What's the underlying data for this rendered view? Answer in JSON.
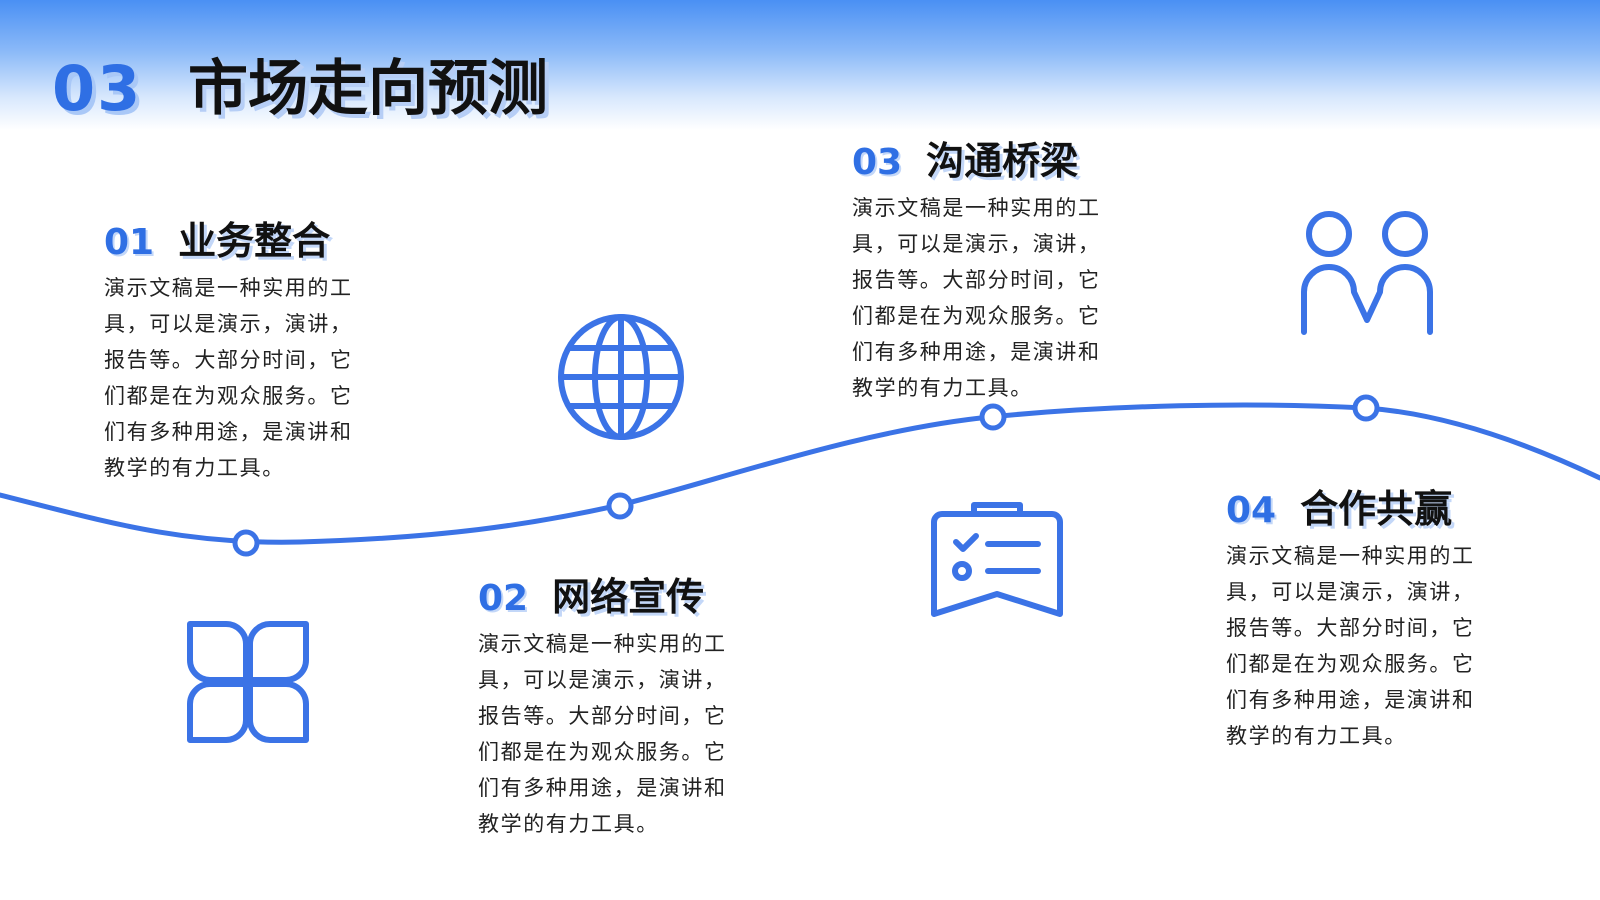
{
  "header": {
    "section_number": "03",
    "title": "市场走向预测"
  },
  "colors": {
    "accent": "#3b73e6",
    "title_text": "#111111",
    "body_text": "#222222"
  },
  "items": [
    {
      "number": "01",
      "title": "业务整合",
      "description": "演示文稿是一种实用的工具，可以是演示，演讲，报告等。大部分时间，它们都是在为观众服务。它们有多种用途，是演讲和教学的有力工具。",
      "icon": "grid-icon"
    },
    {
      "number": "02",
      "title": "网络宣传",
      "description": "演示文稿是一种实用的工具，可以是演示，演讲，报告等。大部分时间，它们都是在为观众服务。它们有多种用途，是演讲和教学的有力工具。",
      "icon": "globe-icon"
    },
    {
      "number": "03",
      "title": "沟通桥梁",
      "description": "演示文稿是一种实用的工具，可以是演示，演讲，报告等。大部分时间，它们都是在为观众服务。它们有多种用途，是演讲和教学的有力工具。",
      "icon": "clipboard-checklist-icon"
    },
    {
      "number": "04",
      "title": "合作共赢",
      "description": "演示文稿是一种实用的工具，可以是演示，演讲，报告等。大部分时间，它们都是在为观众服务。它们有多种用途，是演讲和教学的有力工具。",
      "icon": "people-icon"
    }
  ]
}
